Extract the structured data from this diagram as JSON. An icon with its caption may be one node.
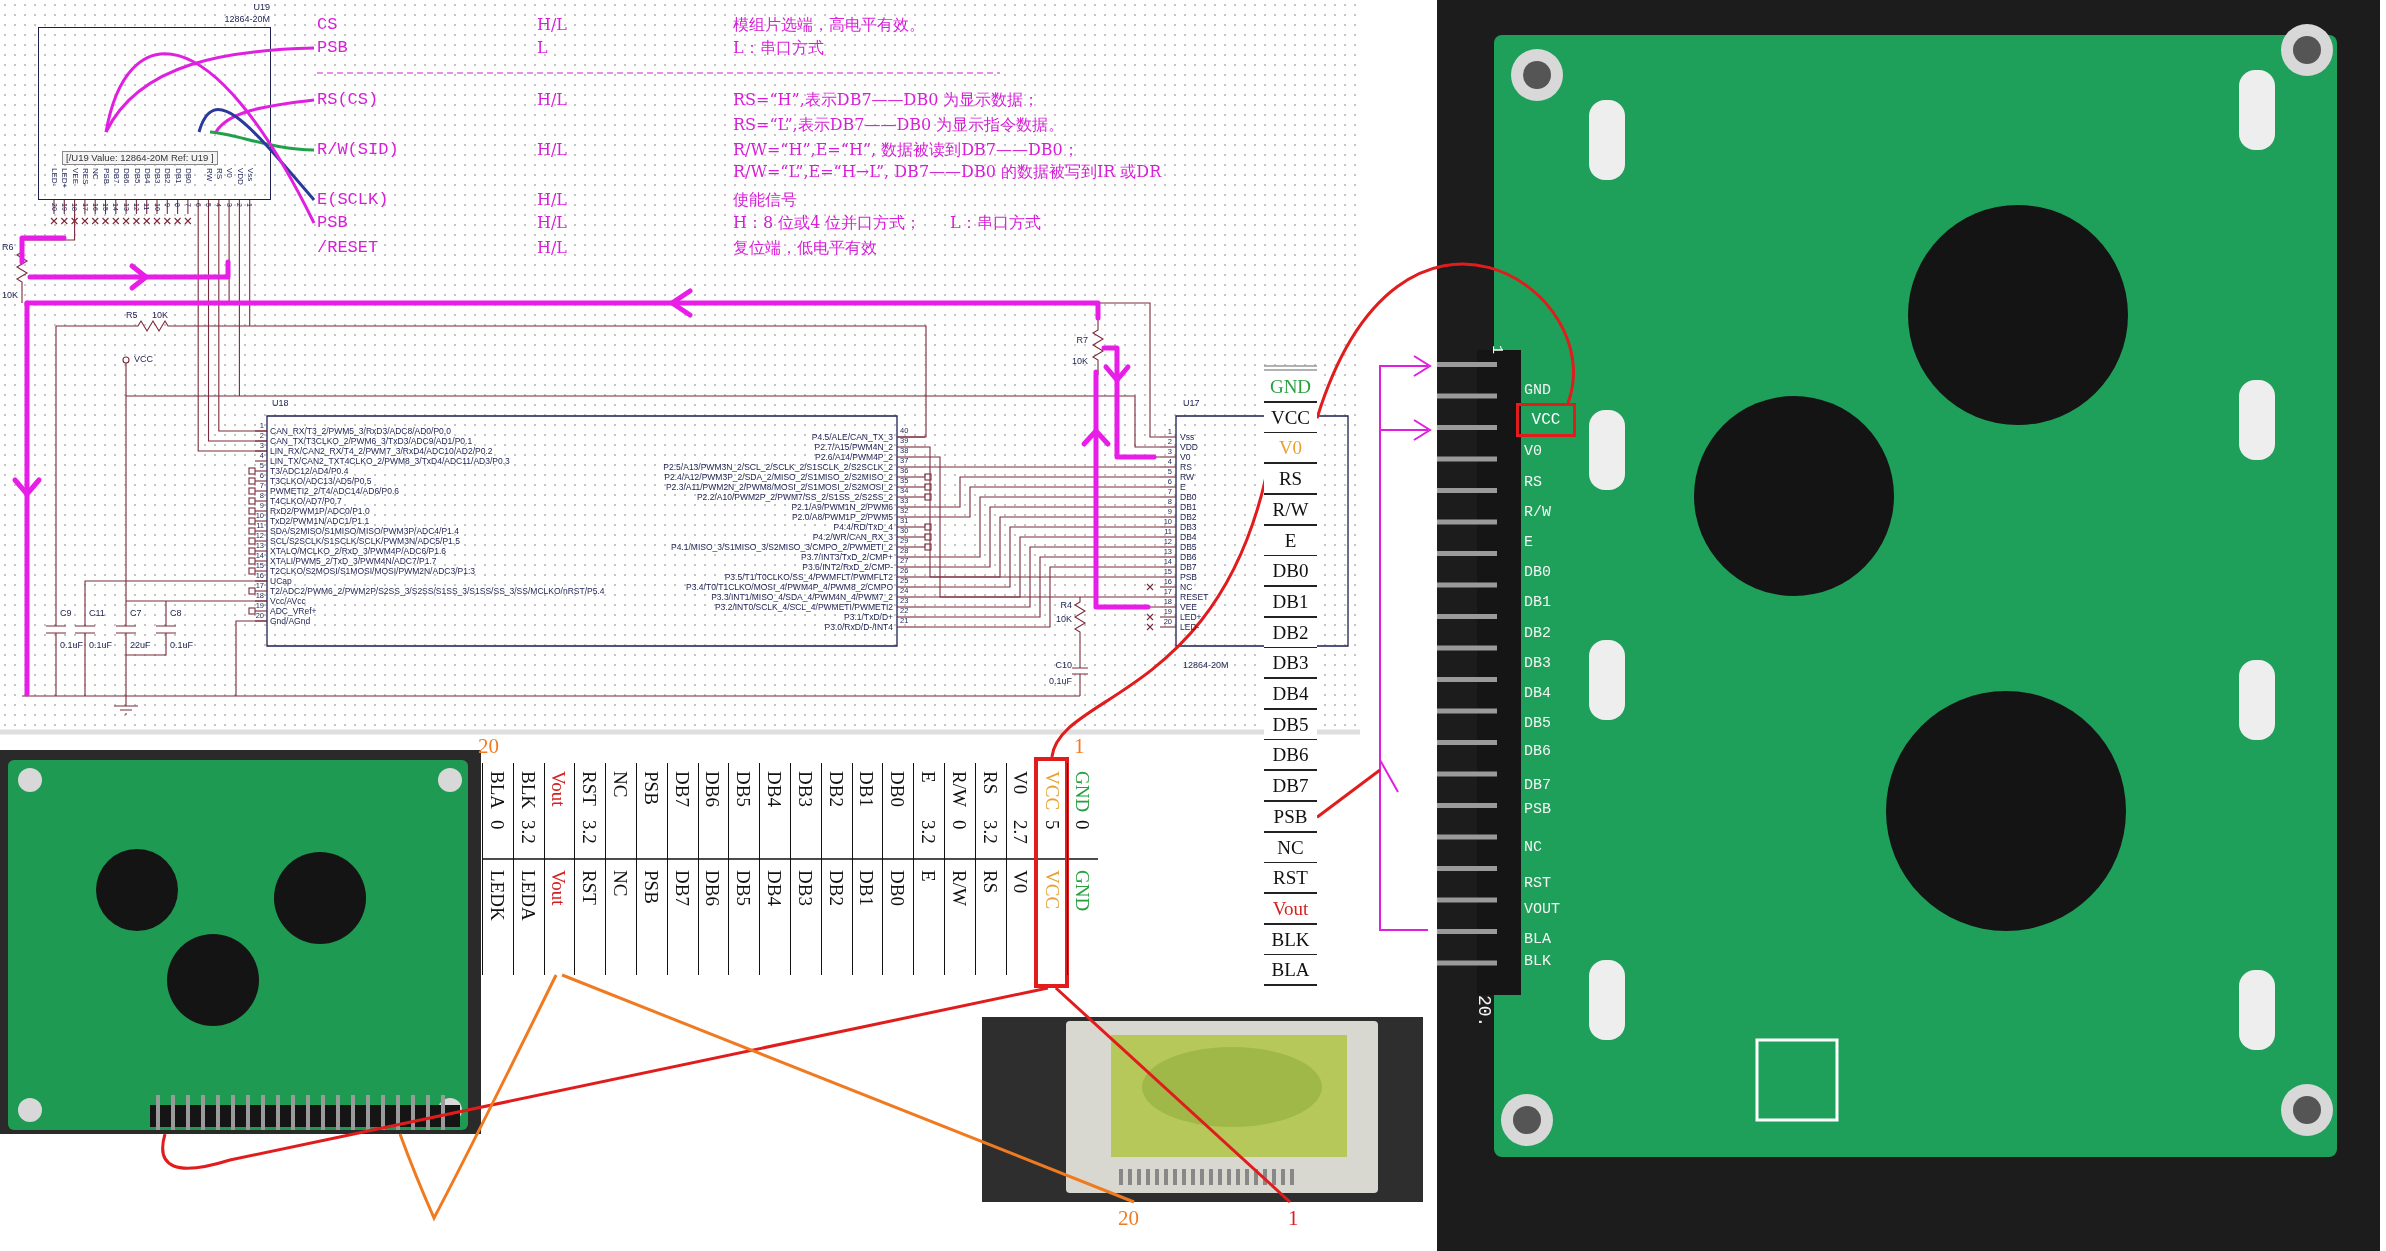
{
  "diagram": {
    "nodes": [
      {
        "text": [
          "CS"
        ]
      },
      {
        "text": [
          "PSB"
        ]
      },
      {
        "text": [
          "RS(CS)"
        ]
      },
      {
        "text": [
          "R/W(SID)"
        ]
      },
      {
        "text": [
          "E(SCLK)"
        ]
      },
      {
        "text": [
          "PSB"
        ]
      },
      {
        "text": [
          "/RESET"
        ]
      },
      {
        "text": [
          "GND"
        ]
      },
      {
        "text": [
          "VCC"
        ]
      },
      {
        "text": [
          "V0"
        ]
      },
      {
        "text": [
          "RS"
        ]
      },
      {
        "text": [
          "R/W"
        ]
      },
      {
        "text": [
          "E"
        ]
      },
      {
        "text": [
          "DB0"
        ]
      },
      {
        "text": [
          "DB1"
        ]
      },
      {
        "text": [
          "DB2"
        ]
      },
      {
        "text": [
          "DB3"
        ]
      },
      {
        "text": [
          "DB4"
        ]
      },
      {
        "text": [
          "DB5"
        ]
      },
      {
        "text": [
          "DB6"
        ]
      },
      {
        "text": [
          "DB7"
        ]
      },
      {
        "text": [
          "PSB"
        ]
      },
      {
        "text": [
          "NC"
        ]
      },
      {
        "text": [
          "RST"
        ]
      },
      {
        "text": [
          "Vout"
        ]
      },
      {
        "text": [
          "BLK"
        ]
      },
      {
        "text": [
          "BLA"
        ]
      },
      {
        "text": [
          "BLA",
          "0",
          "LEDK"
        ]
      },
      {
        "text": [
          "BLK",
          "3.2",
          "LEDA"
        ]
      },
      {
        "text": [
          "Vout",
          "Vout"
        ]
      },
      {
        "text": [
          "RST",
          "3.2",
          "RST"
        ]
      },
      {
        "text": [
          "NC",
          "NC"
        ]
      },
      {
        "text": [
          "PSB",
          "PSB"
        ]
      },
      {
        "text": [
          "DB7",
          "DB7"
        ]
      },
      {
        "text": [
          "DB6",
          "DB6"
        ]
      },
      {
        "text": [
          "DB5",
          "DB5"
        ]
      },
      {
        "text": [
          "DB4",
          "DB4"
        ]
      },
      {
        "text": [
          "DB3",
          "DB3"
        ]
      },
      {
        "text": [
          "DB2",
          "DB2"
        ]
      },
      {
        "text": [
          "DB1",
          "DB1"
        ]
      },
      {
        "text": [
          "DB0",
          "DB0"
        ]
      },
      {
        "text": [
          "E",
          "3.2",
          "E"
        ]
      },
      {
        "text": [
          "R/W",
          "0",
          "R/W"
        ]
      },
      {
        "text": [
          "RS",
          "3.2",
          "RS"
        ]
      },
      {
        "text": [
          "V0",
          "2.7",
          "V0"
        ]
      },
      {
        "text": [
          "VCC",
          "5",
          "VCC"
        ]
      },
      {
        "text": [
          "GND",
          "0",
          "GND"
        ]
      },
      {
        "text": [],
        "shape": "picture"
      },
      {
        "text": [
          "VCC"
        ],
        "in": 47
      },
      {
        "text": [],
        "shape": "picture"
      },
      {
        "text": [],
        "shape": "picture"
      },
      {
        "text": [
          "U19",
          "12864-20M"
        ]
      },
      {
        "text": [],
        "shape": "bracket"
      }
    ],
    "edges": [
      {
        "from": 1,
        "to": 51,
        "arrow": "none",
        "color": "#e020e0"
      },
      {
        "from": 2,
        "to": 51,
        "arrow": "none",
        "color": "#e020e0"
      },
      {
        "from": 3,
        "to": 51,
        "arrow": "none",
        "color": "#22a04a"
      },
      {
        "from": 4,
        "to": 51,
        "arrow": "none",
        "color": "#2a3a9a"
      },
      {
        "from": 5,
        "to": 51,
        "arrow": "none",
        "color": "#e020e0"
      },
      {
        "from": 8,
        "to": 48,
        "arrow": "none"
      },
      {
        "from": 8,
        "to": 45,
        "arrow": "none"
      },
      {
        "from": 45,
        "to": 49,
        "arrow": "none"
      },
      {
        "from": 45,
        "to": 50,
        "arrow": "none"
      },
      {
        "from": 21,
        "to": 52,
        "arrow": "none"
      },
      {
        "from": 29,
        "to": 49,
        "arrow": "none",
        "color": "#f07a20"
      },
      {
        "from": 29,
        "to": 50,
        "arrow": "none",
        "color": "#f07a20"
      }
    ],
    "labels": [
      "[/U19 Value: 12864-20M Ref: U19 ]",
      "LED-",
      "LED+",
      "VEE",
      "RES",
      "NC",
      "PSB",
      "DB7",
      "DB6",
      "DB5",
      "DB4",
      "DB3",
      "DB2",
      "DB1",
      "DB0",
      "RW",
      "RS",
      "V0",
      "VDD",
      "Vss",
      "20",
      "19",
      "18",
      "17",
      "16",
      "15",
      "14",
      "13",
      "12",
      "11",
      "10",
      "9",
      "8",
      "7",
      "6",
      "5",
      "4",
      "3",
      "2",
      "1",
      "H/L",
      "模组片选端，高电平有效。",
      "L",
      "L：串口方式",
      "H/L",
      "RS=“H”,表示DB7——DB0 为显示数据；",
      "RS=“L”,表示DB7——DB0 为显示指令数据。",
      "H/L",
      "R/W=“H”,E=“H”, 数据被读到DB7——DB0；",
      "R/W=“L”,E=“H→L”, DB7——DB0 的数据被写到IR 或DR",
      "H/L",
      "使能信号",
      "H/L",
      "H：8 位或4 位并口方式；",
      "L：串口方式",
      "H/L",
      "复位端，低电平有效",
      "R6",
      "10K",
      "R5",
      "10K",
      "VCC",
      "U18",
      "1",
      "CAN_RX/T3_2/PWM5_3/RxD3/ADC8/AD0/P0.0",
      "2",
      "CAN_TX/T3CLKO_2/PWM6_3/TxD3/ADC9/AD1/P0.1",
      "3",
      "LIN_RX/CAN2_RX/T4_2/PWM7_3/RxD4/ADC10/AD2/P0.2",
      "4",
      "LIN_TX/CAN2_TXT4CLKO_2/PWM8_3/TxD4/ADC11/AD3/P0.3",
      "5",
      "T3/ADC12/AD4/P0.4",
      "6",
      "T3CLKO/ADC13/AD5/P0.5",
      "7",
      "PWMETI2_2/T4/ADC14/AD6/P0.6",
      "8",
      "T4CLKO/AD7/P0.7",
      "9",
      "RxD2/PWM1P/ADC0/P1.0",
      "10",
      "TxD2/PWM1N/ADC1/P1.1",
      "11",
      "SDA/S2MISO/S1MISO/MISO/PWM3P/ADC4/P1.4",
      "12",
      "SCL/S2SCLK/S1SCLK/SCLK/PWM3N/ADC5/P1.5",
      "13",
      "XTALO/MCLKO_2/RxD_3/PWM4P/ADC6/P1.6",
      "14",
      "XTALI/PWM5_2/TxD_3/PWM4N/ADC7/P1.7",
      "15",
      "T2CLKO/S2MOSI/S1MOSI/MOSI/PWM2N/ADC3/P1:3",
      "16",
      "UCap",
      "17",
      "T2/ADC2/PWM6_2/PWM2P/S2SS_3/S2SS/S1SS_3/S1SS/SS_3/SS/MCLKO/nRST/P5.4",
      "18",
      "Vcc/AVcc",
      "19",
      "ADC_VRef+",
      "20",
      "Gnd/AGnd",
      "P4.5/ALE/CAN_TX_3",
      "40",
      "P2.7/A15/PWM4N_2",
      "39",
      "P2.6/A14/PWM4P_2",
      "38",
      "P2.5/A13/PWM3N_2/SCL_2/SCLK_2/S1SCLK_2/S2SCLK_2",
      "37",
      "P2.4/A12/PWM3P_2/SDA_2/MISO_2/S1MISO_2/S2MISO_2",
      "36",
      "P2.3/A11/PWM2N_2/PWM8/MOSI_2/S1MOSI_2/S2MOSI_2",
      "35",
      "P2.2/A10/PWM2P_2/PWM7/SS_2/S1SS_2/S2SS_2",
      "34",
      "P2.1/A9/PWM1N_2/PWM6",
      "33",
      "P2.0/A8/PWM1P_2/PWM5",
      "32",
      "P4.4/RD/TxD_4",
      "31",
      "P4.2/WR/CAN_RX_3",
      "30",
      "P4.1/MISO_3/S1MISO_3/S2MISO_3/CMPO_2/PWMETI_2",
      "29",
      "P3.7/INT3/TxD_2/CMP+",
      "28",
      "P3.6/INT2/RxD_2/CMP-",
      "27",
      "P3.5/T1/T0CLKO/SS_4/PWMFLT/PWMFLT2",
      "26",
      "P3.4/T0/T1CLKO/MOSI_4/PWM4P_4/PWM8_2/CMPO",
      "25",
      "P3.3/INT1/MISO_4/SDA_4/PWM4N_4/PWM7_2",
      "24",
      "P3.2/INT0/SCLK_4/SCL_4/PWMETI/PWMETI2",
      "23",
      "P3.1/TxD/D+",
      "22",
      "P3.0/RxD/D-/INT4",
      "21",
      "C9",
      "0.1uF",
      "C11",
      "0.1uF",
      "C7",
      "22uF",
      "C8",
      "0.1uF",
      "R7",
      "10K",
      "U17",
      "1",
      "Vss",
      "2",
      "VDD",
      "3",
      "V0",
      "4",
      "RS",
      "5",
      "RW",
      "6",
      "E",
      "7",
      "DB0",
      "8",
      "DB1",
      "9",
      "DB2",
      "10",
      "DB3",
      "11",
      "DB4",
      "12",
      "DB5",
      "13",
      "DB6",
      "14",
      "DB7",
      "15",
      "PSB",
      "16",
      "NC",
      "17",
      "RESET",
      "18",
      "VEE",
      "19",
      "LED+",
      "20",
      "LED-",
      "12864-20M",
      "R4",
      "10K",
      "C10",
      "0.1uF",
      "20",
      "1",
      "20",
      "1",
      "1",
      "GND",
      "V0",
      "RS",
      "R/W",
      "E",
      "DB0",
      "DB1",
      "DB2",
      "DB3",
      "DB4",
      "DB5",
      "DB6",
      "DB7",
      "PSB",
      "NC",
      "RST",
      "VOUT",
      "BLA",
      "BLK",
      "20."
    ]
  }
}
